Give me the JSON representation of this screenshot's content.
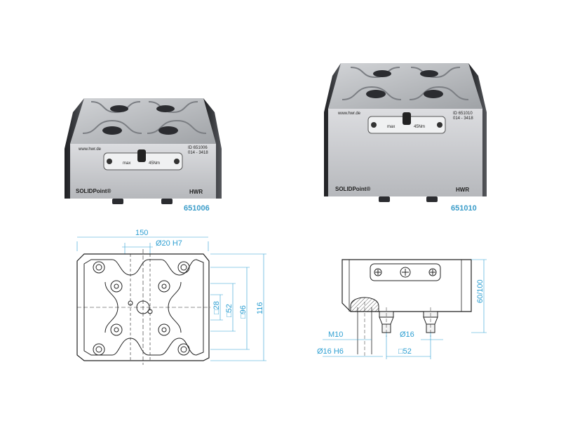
{
  "products": [
    {
      "code": "651006",
      "brand_left": "SOLIDPoint®",
      "brand_right": "HWR",
      "website": "www.hwr.de",
      "id_line1": "ID 651006",
      "id_line2": "014 - 3418",
      "torque_max": "max",
      "torque_value": "45Nm"
    },
    {
      "code": "651010",
      "brand_left": "SOLIDPoint®",
      "brand_right": "HWR",
      "website": "www.hwr.de",
      "id_line1": "ID 651010",
      "id_line2": "014 - 3418",
      "torque_max": "max",
      "torque_value": "45Nm"
    }
  ],
  "top_view": {
    "width": "150",
    "bore": "Ø20 H7",
    "d28": "□28",
    "d52": "□52",
    "d96": "□96",
    "d116": "116"
  },
  "side_view": {
    "height": "60/100",
    "m10": "M10",
    "d16": "Ø16",
    "d16h6": "Ø16  H6",
    "d52": "□52"
  },
  "colors": {
    "dimension": "#2d9fd2",
    "steel_light": "#c9cbce",
    "steel_dark": "#3a3c40"
  }
}
